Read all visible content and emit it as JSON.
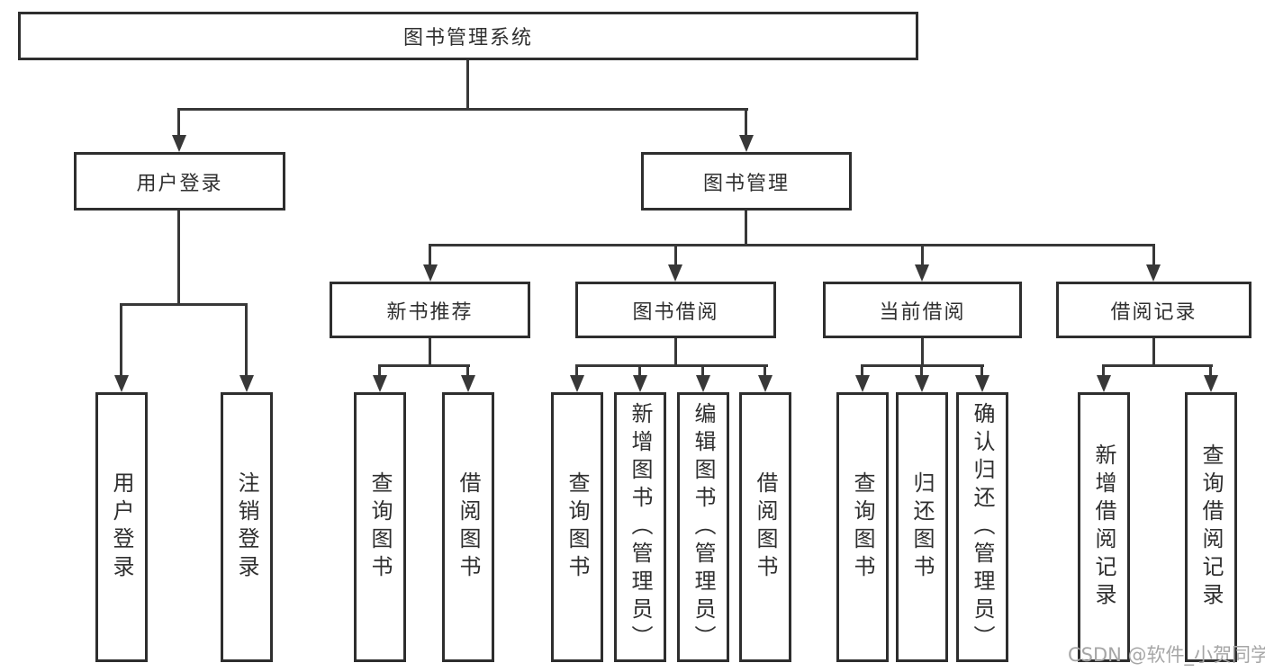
{
  "tree": {
    "label": "图书管理系统",
    "children": [
      {
        "label": "用户登录",
        "children": [
          {
            "label": "用户登录"
          },
          {
            "label": "注销登录"
          }
        ]
      },
      {
        "label": "图书管理",
        "children": [
          {
            "label": "新书推荐",
            "children": [
              {
                "label": "查询图书"
              },
              {
                "label": "借阅图书"
              }
            ]
          },
          {
            "label": "图书借阅",
            "children": [
              {
                "label": "查询图书"
              },
              {
                "label": "新增图书（管理员）"
              },
              {
                "label": "编辑图书（管理员）"
              },
              {
                "label": "借阅图书"
              }
            ]
          },
          {
            "label": "当前借阅",
            "children": [
              {
                "label": "查询图书"
              },
              {
                "label": "归还图书"
              },
              {
                "label": "确认归还（管理员）"
              }
            ]
          },
          {
            "label": "借阅记录",
            "children": [
              {
                "label": "新增借阅记录"
              },
              {
                "label": "查询借阅记录"
              }
            ]
          }
        ]
      }
    ]
  },
  "watermark": "CSDN @软件_小贺同学",
  "colors": {
    "line": "#383838",
    "border": "#2e2e2e",
    "text": "#2f2f2f",
    "watermark": "#a6a6a6",
    "background": "#ffffff"
  }
}
